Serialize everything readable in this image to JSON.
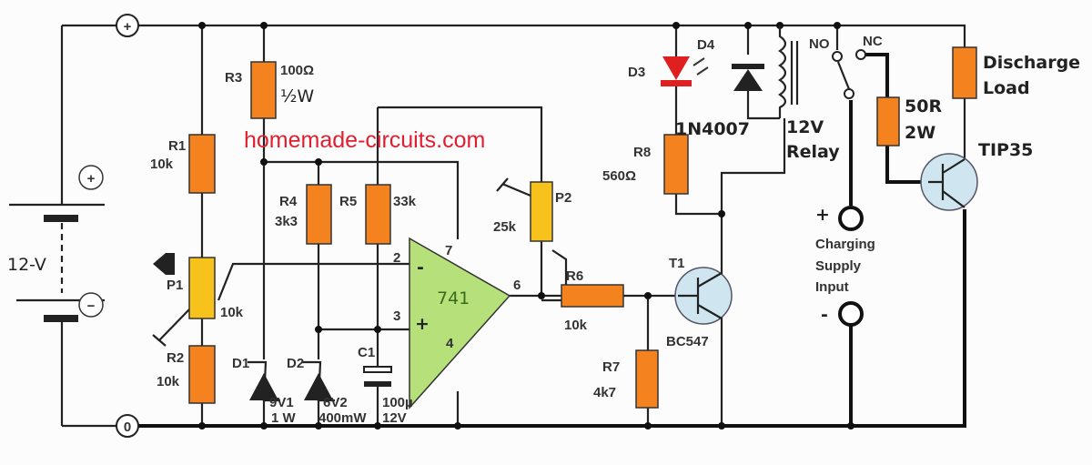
{
  "watermark": "homemade-circuits.com",
  "battery": {
    "label": "12-V",
    "plus": "+",
    "minus": "−"
  },
  "terminals": {
    "top": "+",
    "bottom": "0"
  },
  "components": {
    "R1": {
      "name": "R1",
      "value": "10k"
    },
    "R2": {
      "name": "R2",
      "value": "10k"
    },
    "R3": {
      "name": "R3",
      "value": "100Ω",
      "rating": "½W"
    },
    "R4": {
      "name": "R4",
      "value": "3k3"
    },
    "R5": {
      "name": "R5",
      "value": "33k"
    },
    "R6": {
      "name": "R6",
      "value": "10k"
    },
    "R7": {
      "name": "R7",
      "value": "4k7"
    },
    "R8": {
      "name": "R8",
      "value": "560Ω"
    },
    "P1": {
      "name": "P1",
      "value": "10k"
    },
    "P2": {
      "name": "P2",
      "value": "25k"
    },
    "D1": {
      "name": "D1",
      "value": "9V1",
      "rating": "1 W"
    },
    "D2": {
      "name": "D2",
      "value": "6V2",
      "rating": "400mW"
    },
    "C1": {
      "name": "C1",
      "value": "100µ",
      "rating": "12V"
    },
    "IC": {
      "name": "741",
      "pins": {
        "inv": "2",
        "noninv": "3",
        "vcc": "7",
        "gnd": "4",
        "out": "6",
        "inv_sign": "-",
        "noninv_sign": "+"
      }
    },
    "T1": {
      "name": "T1",
      "value": "BC547"
    },
    "D3": {
      "name": "D3"
    },
    "D4": {
      "name": "D4",
      "value": "1N4007"
    },
    "relay": {
      "line1": "12V",
      "line2": "Relay",
      "no": "NO",
      "nc": "NC"
    },
    "R_base": {
      "value1": "50R",
      "value2": "2W"
    },
    "T2": {
      "value": "TIP35"
    },
    "load": {
      "line1": "Discharge",
      "line2": "Load"
    }
  },
  "charging_input": {
    "plus": "+",
    "minus": "-",
    "line1": "Charging",
    "line2": "Supply",
    "line3": "Input"
  },
  "colors": {
    "resistor": "#f4821e",
    "pot": "#f7c21c",
    "opamp": "#b5e07a",
    "transistor": "#cfe6f0",
    "led": "#e02020",
    "watermark": "#e02030"
  }
}
